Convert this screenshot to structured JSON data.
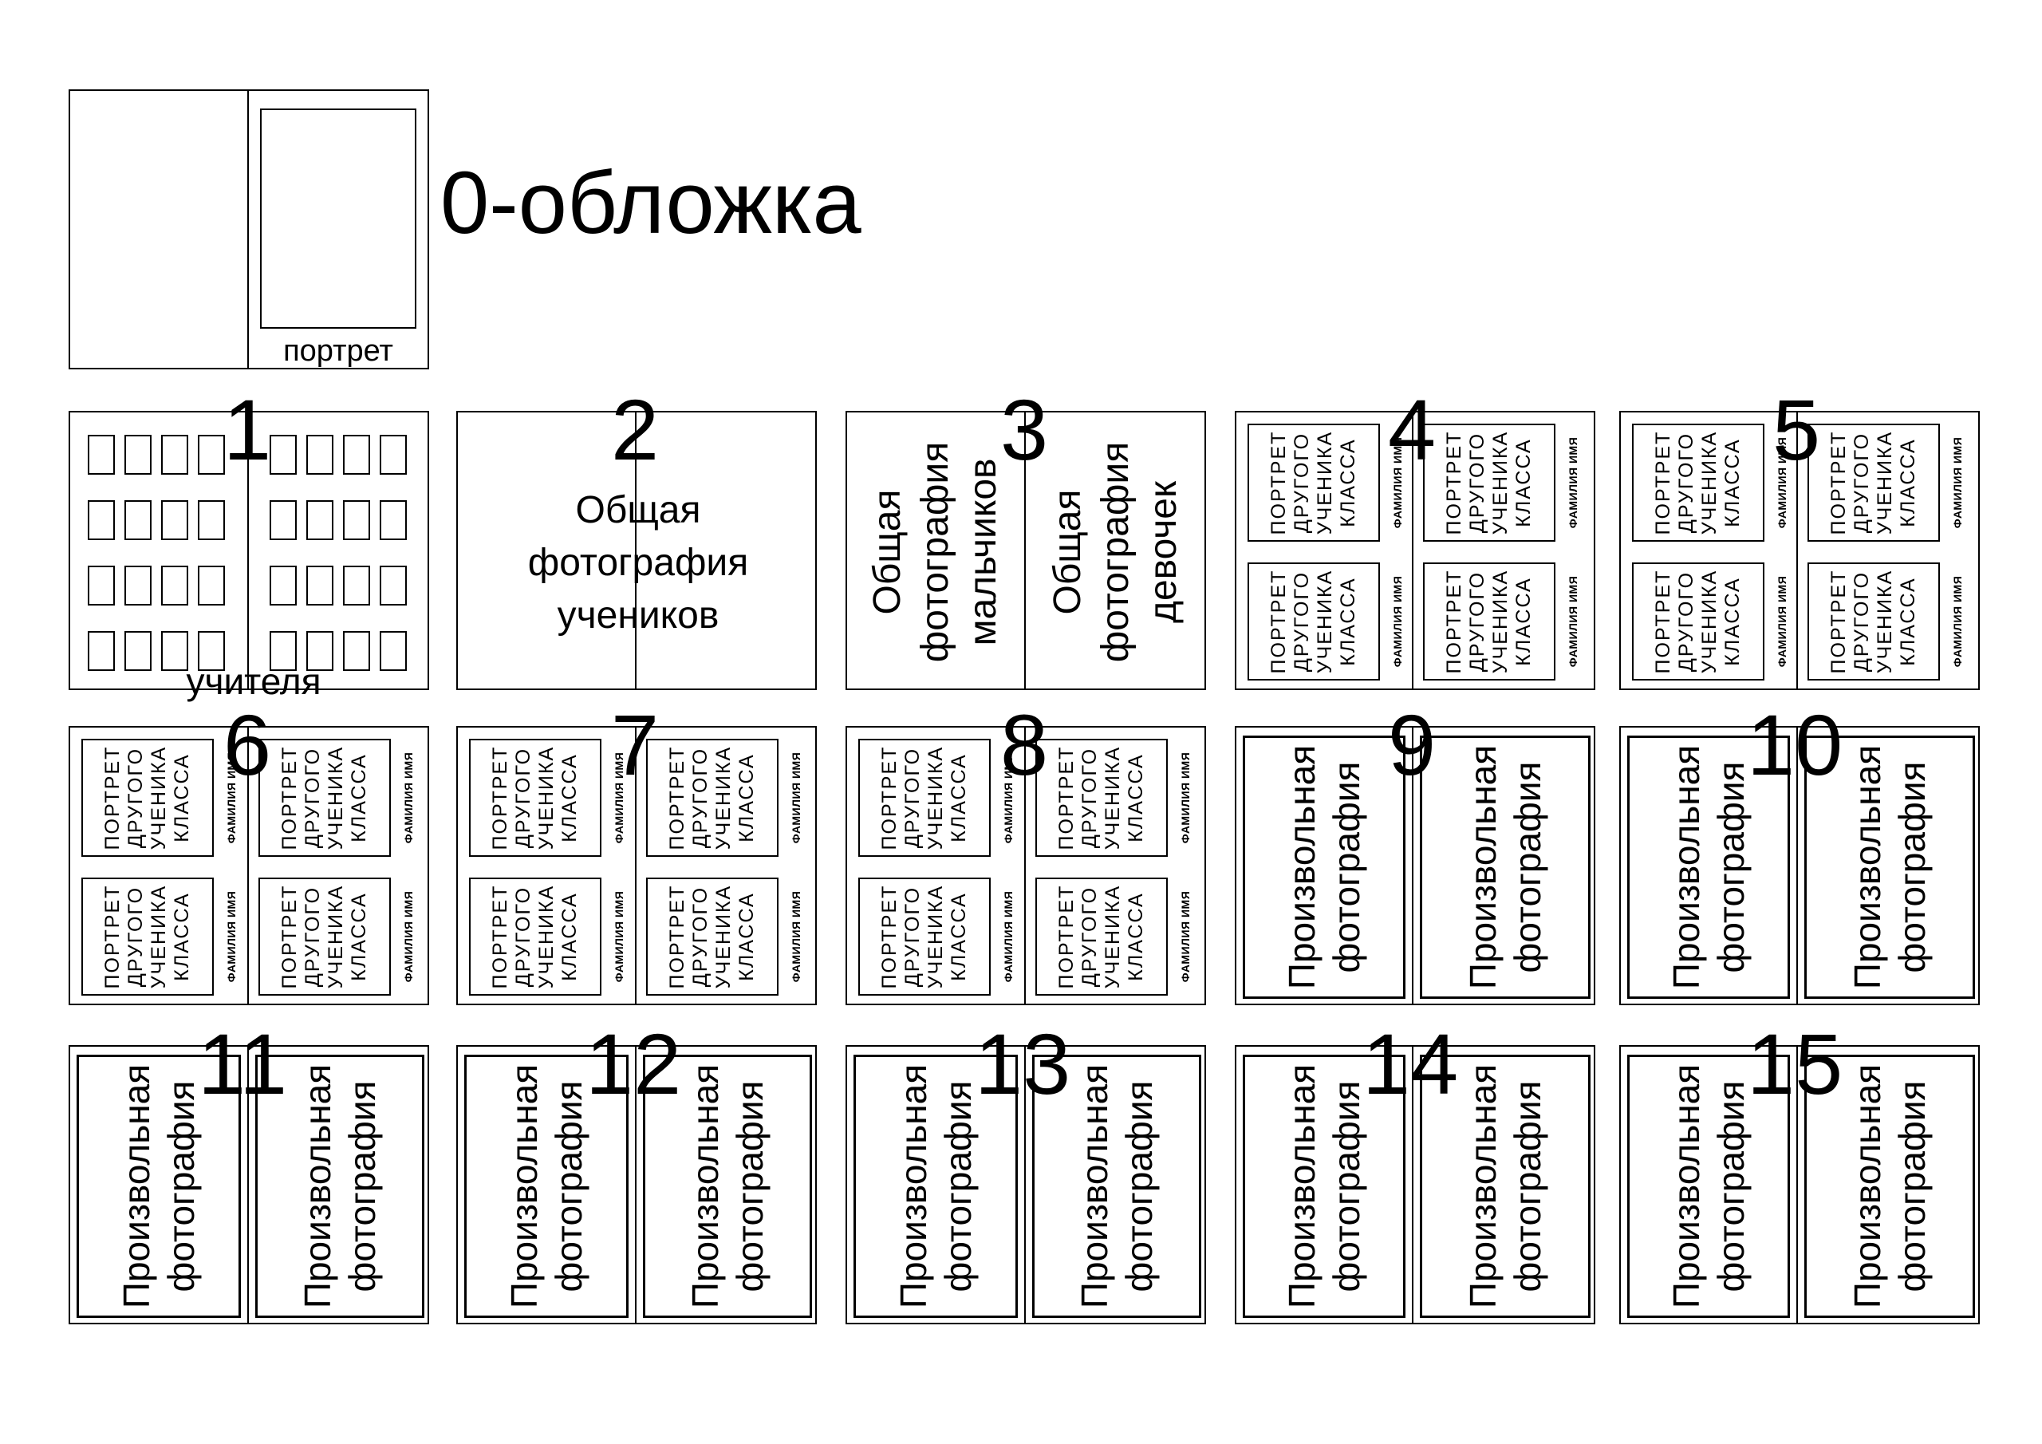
{
  "cover": {
    "number_title": "0-обложка",
    "portrait_label": "портрет"
  },
  "spreads": [
    {
      "number": "1",
      "type": "teachers",
      "caption": "учителя"
    },
    {
      "number": "2",
      "type": "class-photo",
      "caption": "Общая\nфотография\nучеников"
    },
    {
      "number": "3",
      "type": "boys-girls",
      "left_caption": "Общая\nфотография\nмальчиков",
      "right_caption": "Общая\nфотография\nдевочек"
    },
    {
      "number": "4",
      "type": "portraits"
    },
    {
      "number": "5",
      "type": "portraits"
    },
    {
      "number": "6",
      "type": "portraits"
    },
    {
      "number": "7",
      "type": "portraits"
    },
    {
      "number": "8",
      "type": "portraits"
    },
    {
      "number": "9",
      "type": "free"
    },
    {
      "number": "10",
      "type": "free"
    },
    {
      "number": "11",
      "type": "free"
    },
    {
      "number": "12",
      "type": "free"
    },
    {
      "number": "13",
      "type": "free"
    },
    {
      "number": "14",
      "type": "free"
    },
    {
      "number": "15",
      "type": "free"
    }
  ],
  "labels": {
    "portrait_text": "ПОРТРЕТ\nДРУГОГО\nУЧЕНИКА\nКЛАССА",
    "name_text": "ФАМИЛИЯ ИМЯ",
    "free_photo": "Произвольная\nфотография"
  }
}
